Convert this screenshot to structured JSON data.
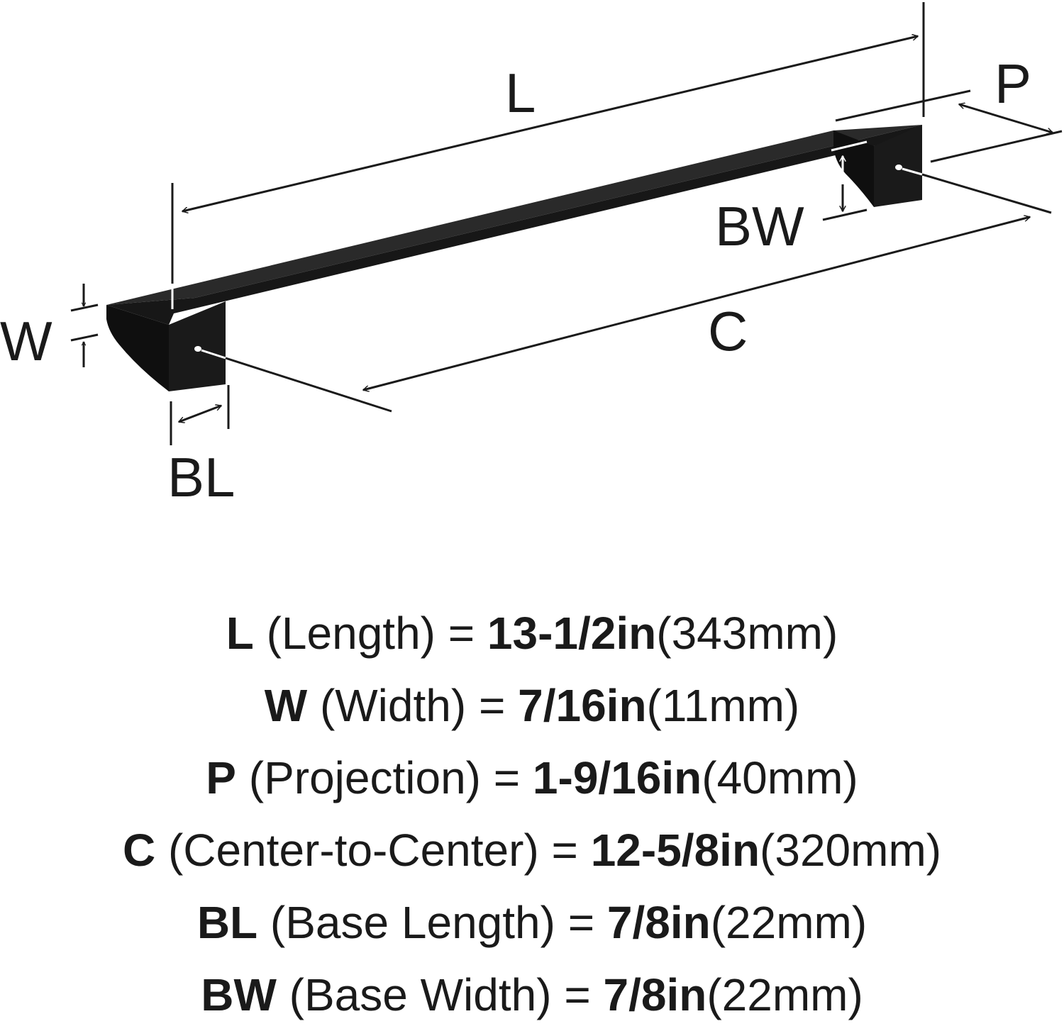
{
  "diagram": {
    "labels": {
      "L": "L",
      "P": "P",
      "BW": "BW",
      "W": "W",
      "C": "C",
      "BL": "BL"
    },
    "colors": {
      "ink": "#1a1a1a",
      "product": "#111111",
      "background": "#ffffff"
    }
  },
  "specs": [
    {
      "key": "L",
      "desc": " (Length) = ",
      "imperial": "13-1/2in",
      "metric": "(343mm)"
    },
    {
      "key": "W",
      "desc": " (Width) = ",
      "imperial": "7/16in",
      "metric": "(11mm)"
    },
    {
      "key": "P",
      "desc": " (Projection) = ",
      "imperial": "1-9/16in",
      "metric": "(40mm)"
    },
    {
      "key": "C",
      "desc": " (Center-to-Center) = ",
      "imperial": "12-5/8in",
      "metric": "(320mm)"
    },
    {
      "key": "BL",
      "desc": " (Base Length) = ",
      "imperial": "7/8in",
      "metric": "(22mm)"
    },
    {
      "key": "BW",
      "desc": " (Base Width) = ",
      "imperial": "7/8in",
      "metric": "(22mm)"
    }
  ]
}
